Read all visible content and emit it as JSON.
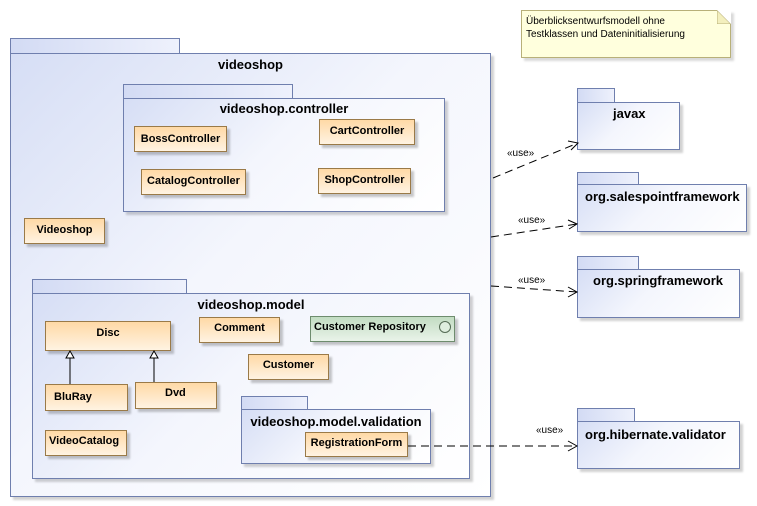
{
  "note": {
    "line1": "Überblicksentwurfsmodell ohne",
    "line2": "Testklassen und Dateninitialisierung"
  },
  "packages": {
    "videoshop": "videoshop",
    "controller": "videoshop.controller",
    "model": "videoshop.model",
    "validation": "videoshop.model.validation"
  },
  "external": {
    "javax": "javax",
    "salespoint": "org.salespointframework",
    "spring": "org.springframework",
    "hibernate": "org.hibernate.validator"
  },
  "classes": {
    "boss_controller": "BossController",
    "cart_controller": "CartController",
    "catalog_controller": "CatalogController",
    "shop_controller": "ShopController",
    "videoshop": "Videoshop",
    "disc": "Disc",
    "comment": "Comment",
    "customer_repository": "Customer Repository",
    "customer": "Customer",
    "bluray": "BluRay",
    "dvd": "Dvd",
    "video_catalog": "VideoCatalog",
    "registration_form": "RegistrationForm"
  },
  "dependencies": {
    "label": "«use»"
  }
}
